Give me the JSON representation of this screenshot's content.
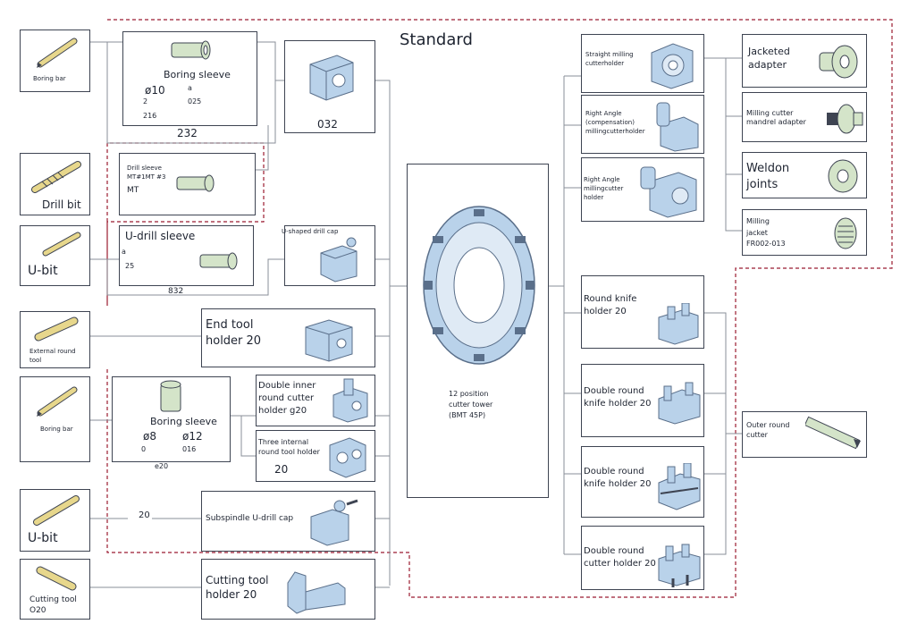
{
  "standard_label": "Standard",
  "center": {
    "line1": "12 position",
    "line2": "cutter tower",
    "line3": "(BMT 45P)"
  },
  "left_tools": {
    "boring_bar_1": "Boring bar",
    "drill_bit": "Drill bit",
    "u_bit_1": "U-bit",
    "external_round_l1": "External round",
    "external_round_l2": "tool",
    "boring_bar_2": "Boring bar",
    "u_bit_2": "U-bit",
    "cutting_tool_l1": "Cutting tool",
    "cutting_tool_l2": "O20"
  },
  "boring_sleeve_1": {
    "title": "Boring sleeve",
    "size": "ø10",
    "a": "a",
    "v2": "2",
    "v025": "025",
    "v216": "216",
    "code": "232"
  },
  "box_032": {
    "code": "032"
  },
  "drill_sleeve": {
    "l1": "Drill sleeve",
    "l2": "MT#1MT #3",
    "l3": "MT"
  },
  "u_drill_sleeve": {
    "title": "U-drill sleeve",
    "a": "a",
    "v25": "25",
    "code": "832"
  },
  "u_drill_cap": {
    "title": "U-shaped drill cap"
  },
  "end_tool_holder": {
    "l1": "End tool",
    "l2": "holder 20"
  },
  "double_inner": {
    "l1": "Double inner",
    "l2": "round cutter",
    "l3": "holder g20"
  },
  "boring_sleeve_2": {
    "title": "Boring sleeve",
    "s1": "ø8",
    "s2": "ø12",
    "v0": "0",
    "v016": "016",
    "code": "e20"
  },
  "three_internal": {
    "l1": "Three internal",
    "l2": "round tool holder",
    "l3": "20"
  },
  "subspindle": {
    "num": "20",
    "label": "Subspindle U-drill cap"
  },
  "cutting_holder": {
    "l1": "Cutting tool",
    "l2": "holder 20"
  },
  "right_holders": {
    "straight_l1": "Straight milling",
    "straight_l2": "cutterholder",
    "ra_comp_l1": "Right Angle",
    "ra_comp_l2": "(compensation)",
    "ra_comp_l3": "millingcutterholder",
    "ra_l1": "Right Angle",
    "ra_l2": "millingcutter",
    "ra_l3": "holder"
  },
  "adapters": {
    "jacketed_l1": "Jacketed",
    "jacketed_l2": "adapter",
    "mandrel_l1": "Milling cutter",
    "mandrel_l2": "mandrel adapter",
    "weldon_l1": "Weldon",
    "weldon_l2": "joints",
    "jacket_l1": "Milling",
    "jacket_l2": "jacket",
    "jacket_l3": "FR002-013"
  },
  "knife_holders": {
    "round_l1": "Round knife",
    "round_l2": "holder 20",
    "double1_l1": "Double round",
    "double1_l2": "knife holder 20",
    "double2_l1": "Double round",
    "double2_l2": "knife holder 20",
    "double3_l1": "Double round",
    "double3_l2": "cutter holder 20"
  },
  "outer_round": {
    "l1": "Outer round",
    "l2": "cutter"
  },
  "colors": {
    "dash": "#9b1b30",
    "line": "#8a8f98",
    "metal": "#b9d2ea",
    "metal_dark": "#5a6f8a",
    "sleeve": "#d4e4c9",
    "brass": "#e7d78c"
  }
}
